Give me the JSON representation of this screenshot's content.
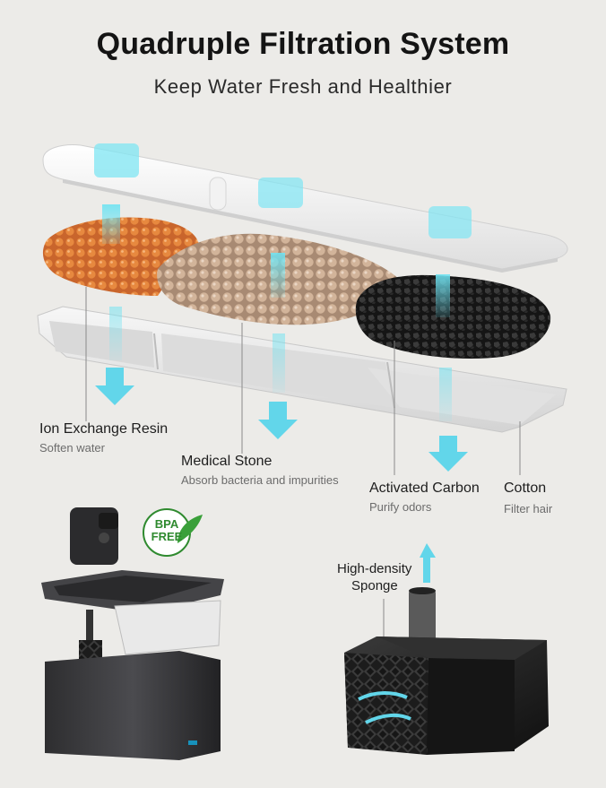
{
  "header": {
    "title": "Quadruple Filtration System",
    "subtitle": "Keep Water Fresh and Healthier"
  },
  "layers": [
    {
      "name": "Ion Exchange Resin",
      "desc": "Soften water"
    },
    {
      "name": "Medical Stone",
      "desc": "Absorb bacteria and impurities"
    },
    {
      "name": "Activated Carbon",
      "desc": "Purify odors"
    },
    {
      "name": "Cotton",
      "desc": "Filter hair"
    }
  ],
  "badge": {
    "line1": "BPA",
    "line2": "FREE"
  },
  "sponge": {
    "line1": "High-density",
    "line2": "Sponge"
  },
  "colors": {
    "accent_cyan": "#5fd6ea",
    "resin": "#d8763a",
    "stone": "#c9a88e",
    "carbon": "#222222",
    "badge_green": "#2f8a2f"
  }
}
